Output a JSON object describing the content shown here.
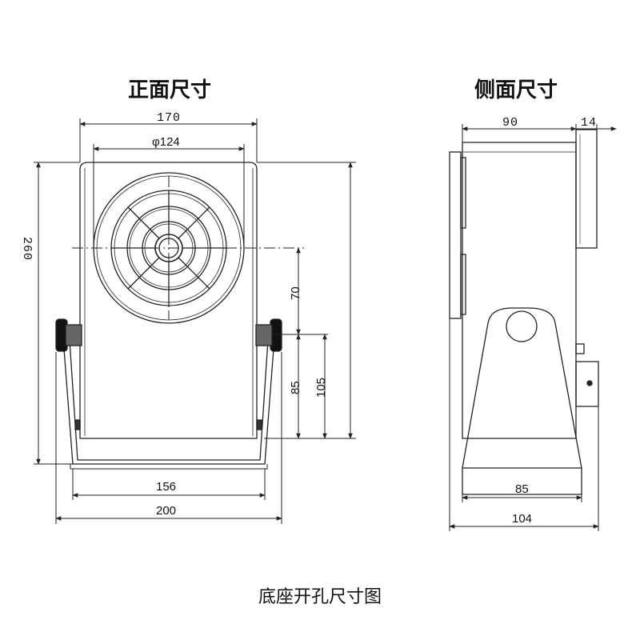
{
  "titles": {
    "front_view": "正面尺寸",
    "side_view": "侧面尺寸",
    "caption": "底座开孔尺寸图"
  },
  "dimensions": {
    "front": {
      "overall_width": "170",
      "fan_diameter": "φ124",
      "height": "260",
      "axis_height": "70",
      "pivot_height": "85",
      "base_height": "105",
      "base_hole_spacing": "156",
      "base_width": "200"
    },
    "side": {
      "body_depth": "90",
      "knob_depth": "14",
      "stand_hole_spacing": "85",
      "stand_depth": "104"
    }
  },
  "colors": {
    "line": "#222222",
    "background": "#ffffff"
  }
}
